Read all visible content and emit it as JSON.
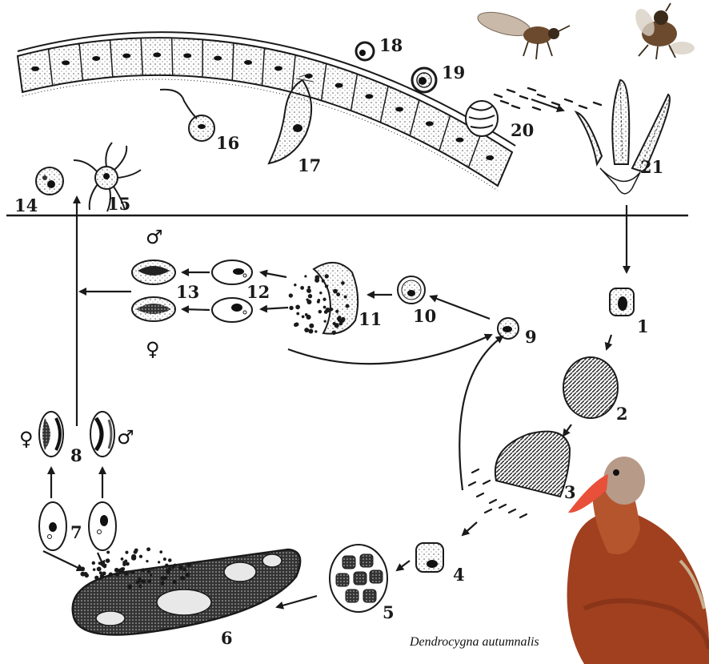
{
  "diagram": {
    "labels": {
      "l1": "1",
      "l2": "2",
      "l3": "3",
      "l4": "4",
      "l5": "5",
      "l6": "6",
      "l7": "7",
      "l8": "8",
      "l9": "9",
      "l10": "10",
      "l11": "11",
      "l12": "12",
      "l13": "13",
      "l14": "14",
      "l15": "15",
      "l16": "16",
      "l17": "17",
      "l18": "18",
      "l19": "19",
      "l20": "20",
      "l21": "21"
    },
    "symbols": {
      "female_8": "♀",
      "male_8": "♂",
      "male_13": "♂",
      "female_13": "♀"
    },
    "caption": "Dendrocygna autumnalis"
  },
  "colors": {
    "ink": "#1a1a1a",
    "duck_body": "#a0401f",
    "duck_bill": "#e8503a",
    "duck_head": "#b89a88",
    "fly_body": "#6b4a2e"
  }
}
